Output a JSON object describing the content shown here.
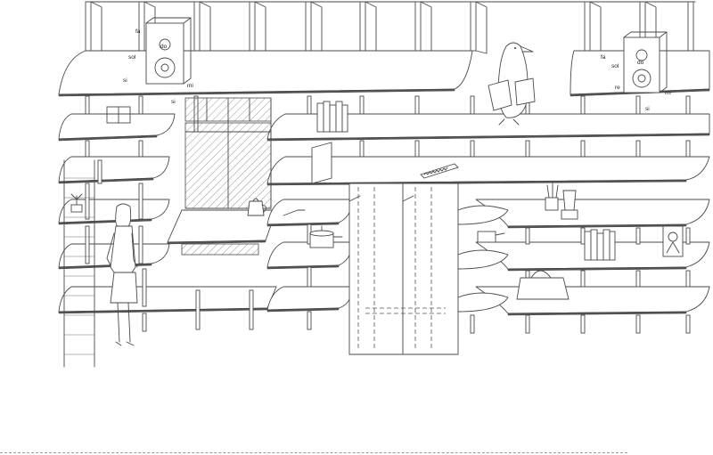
{
  "notes_left": [
    "fa",
    "sol",
    "si",
    "do",
    "mi",
    "si"
  ],
  "notes_right": [
    "fa",
    "sol",
    "do",
    "re",
    "mi",
    "si"
  ]
}
